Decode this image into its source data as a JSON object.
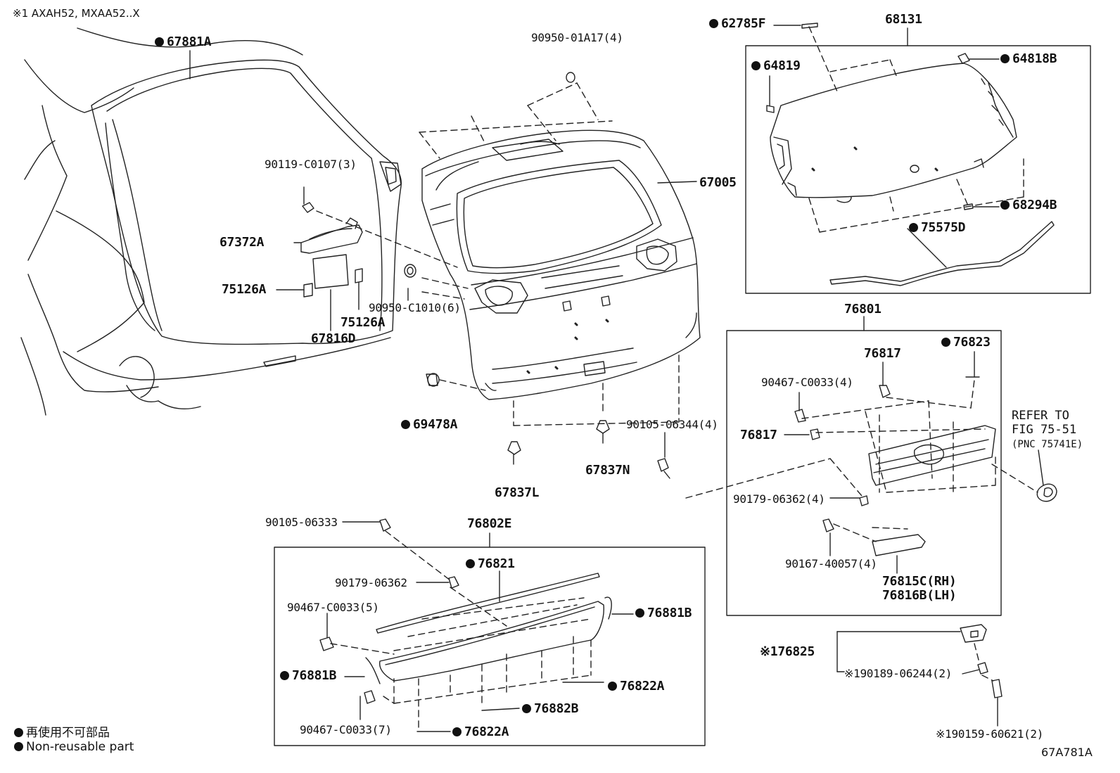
{
  "header_note": "※1 AXAH52, MXAA52..X",
  "figure_code": "67A781A",
  "legend": [
    {
      "marker": "●",
      "text": "再使用不可部品"
    },
    {
      "marker": "●",
      "text": "Non-reusable part"
    }
  ],
  "reference": {
    "line1": "REFER TO",
    "line2": "FIG 75-51",
    "line3": "(PNC 75741E)"
  },
  "parts": [
    {
      "id": "p67881A",
      "text": "67881A",
      "nonreusable": true
    },
    {
      "id": "p9095001A17",
      "text": "90950-01A17(4)",
      "nonreusable": false
    },
    {
      "id": "p62785F",
      "text": "62785F",
      "nonreusable": true
    },
    {
      "id": "p68131",
      "text": "68131",
      "nonreusable": false
    },
    {
      "id": "p64819",
      "text": "64819",
      "nonreusable": true
    },
    {
      "id": "p64818B",
      "text": "64818B",
      "nonreusable": true
    },
    {
      "id": "p90119C0107",
      "text": "90119-C0107(3)",
      "nonreusable": false
    },
    {
      "id": "p67005",
      "text": "67005",
      "nonreusable": false
    },
    {
      "id": "p68294B",
      "text": "68294B",
      "nonreusable": true
    },
    {
      "id": "p75575D",
      "text": "75575D",
      "nonreusable": true
    },
    {
      "id": "p67372A",
      "text": "67372A",
      "nonreusable": false
    },
    {
      "id": "p75126A_1",
      "text": "75126A",
      "nonreusable": false
    },
    {
      "id": "p90950C1010",
      "text": "90950-C1010(6)",
      "nonreusable": false
    },
    {
      "id": "p75126A_2",
      "text": "75126A",
      "nonreusable": false
    },
    {
      "id": "p67816D",
      "text": "67816D",
      "nonreusable": false
    },
    {
      "id": "p76801",
      "text": "76801",
      "nonreusable": false
    },
    {
      "id": "p76817_1",
      "text": "76817",
      "nonreusable": false
    },
    {
      "id": "p76823",
      "text": "76823",
      "nonreusable": true
    },
    {
      "id": "p90467C0033_4",
      "text": "90467-C0033(4)",
      "nonreusable": false
    },
    {
      "id": "p69478A",
      "text": "69478A",
      "nonreusable": true
    },
    {
      "id": "p9010506344",
      "text": "90105-06344(4)",
      "nonreusable": false
    },
    {
      "id": "p76817_2",
      "text": "76817",
      "nonreusable": false
    },
    {
      "id": "p67837N",
      "text": "67837N",
      "nonreusable": false
    },
    {
      "id": "p67837L",
      "text": "67837L",
      "nonreusable": false
    },
    {
      "id": "p9017906362_4",
      "text": "90179-06362(4)",
      "nonreusable": false
    },
    {
      "id": "p9010506333",
      "text": "90105-06333",
      "nonreusable": false
    },
    {
      "id": "p76802E",
      "text": "76802E",
      "nonreusable": false
    },
    {
      "id": "p76821",
      "text": "76821",
      "nonreusable": true
    },
    {
      "id": "p9017906362",
      "text": "90179-06362",
      "nonreusable": false
    },
    {
      "id": "p9016740057",
      "text": "90167-40057(4)",
      "nonreusable": false
    },
    {
      "id": "p76815C",
      "text": "76815C(RH)",
      "nonreusable": false
    },
    {
      "id": "p76816B",
      "text": "76816B(LH)",
      "nonreusable": false
    },
    {
      "id": "p90467C0033_5",
      "text": "90467-C0033(5)",
      "nonreusable": false
    },
    {
      "id": "p76881B_R",
      "text": "76881B",
      "nonreusable": true
    },
    {
      "id": "p76825",
      "text": "※176825",
      "nonreusable": false
    },
    {
      "id": "p76881B_L",
      "text": "76881B",
      "nonreusable": true
    },
    {
      "id": "p76822A_R",
      "text": "76822A",
      "nonreusable": true
    },
    {
      "id": "p9018906244",
      "text": "※190189-06244(2)",
      "nonreusable": false
    },
    {
      "id": "p76882B",
      "text": "76882B",
      "nonreusable": true
    },
    {
      "id": "p90467C0033_7",
      "text": "90467-C0033(7)",
      "nonreusable": false
    },
    {
      "id": "p76822A_B",
      "text": "76822A",
      "nonreusable": true
    },
    {
      "id": "p9015960621",
      "text": "※190159-60621(2)",
      "nonreusable": false
    }
  ]
}
